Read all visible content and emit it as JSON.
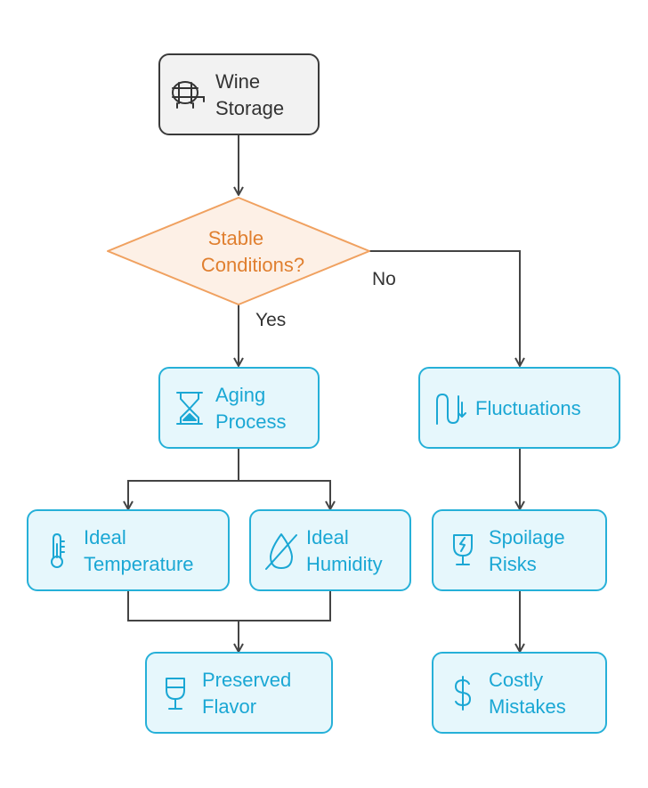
{
  "colors": {
    "start_fill": "#f2f2f2",
    "start_stroke": "#3a3a3a",
    "start_text": "#333333",
    "decision_fill": "#fdf0e6",
    "decision_stroke": "#f0a160",
    "decision_text": "#e07f2f",
    "process_fill": "#e6f7fc",
    "process_stroke": "#26b0d8",
    "process_text": "#1aa7d4",
    "edge": "#444444"
  },
  "nodes": {
    "wine_storage": {
      "lines": [
        "Wine",
        "Storage"
      ],
      "icon": "wine-barrel-icon"
    },
    "stable_conditions": {
      "lines": [
        "Stable",
        "Conditions?"
      ]
    },
    "aging_process": {
      "lines": [
        "Aging",
        "Process"
      ],
      "icon": "hourglass-icon"
    },
    "fluctuations": {
      "lines": [
        "Fluctuations"
      ],
      "icon": "wave-arrow-icon"
    },
    "ideal_temperature": {
      "lines": [
        "Ideal",
        "Temperature"
      ],
      "icon": "thermometer-icon"
    },
    "ideal_humidity": {
      "lines": [
        "Ideal",
        "Humidity"
      ],
      "icon": "droplet-slash-icon"
    },
    "spoilage_risks": {
      "lines": [
        "Spoilage",
        "Risks"
      ],
      "icon": "broken-glass-icon"
    },
    "preserved_flavor": {
      "lines": [
        "Preserved",
        "Flavor"
      ],
      "icon": "wine-glass-icon"
    },
    "costly_mistakes": {
      "lines": [
        "Costly",
        "Mistakes"
      ],
      "icon": "dollar-icon"
    }
  },
  "edges": {
    "yes_label": "Yes",
    "no_label": "No"
  }
}
